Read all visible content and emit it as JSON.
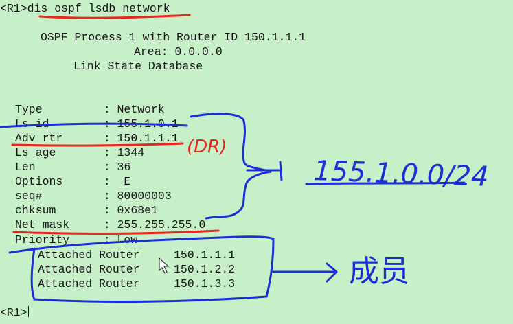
{
  "terminal": {
    "command_line": "<R1>dis ospf lsdb network",
    "header": {
      "process": "OSPF Process 1 with Router ID 150.1.1.1",
      "area": "Area: 0.0.0.0",
      "database": "Link State Database"
    },
    "fields": [
      "Type         : Network",
      "Ls id        : 155.1.0.1",
      "Adv rtr      : 150.1.1.1",
      "Ls age       : 1344",
      "Len          : 36",
      "Options      :  E",
      "seq#         : 80000003",
      "chksum       : 0x68e1",
      "Net mask     : 255.255.255.0",
      "Priority     : Low"
    ],
    "attached": [
      "Attached Router     150.1.1.1",
      "Attached Router     150.1.2.2",
      "Attached Router     150.1.3.3"
    ],
    "prompt": "<R1>"
  },
  "annotations": {
    "dr_note": "(DR)",
    "network_note": "155.1.0.0/24",
    "member_note": "成员",
    "ink_red": "#e8261c",
    "ink_blue": "#1a2fd6"
  }
}
